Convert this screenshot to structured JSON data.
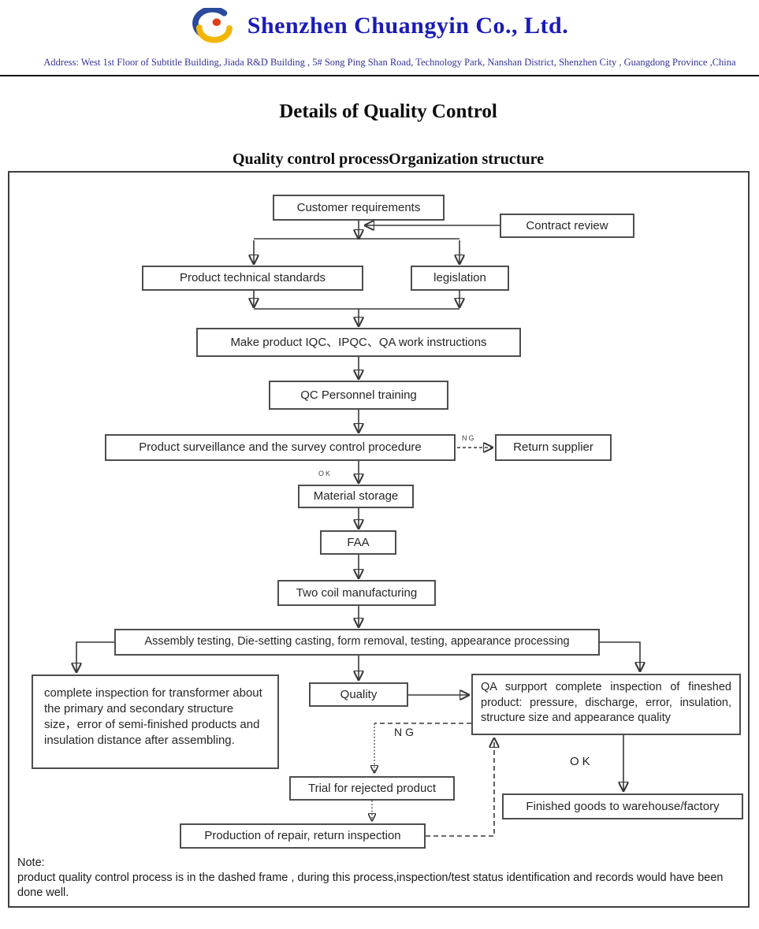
{
  "header": {
    "company_name": "Shenzhen Chuangyin Co., Ltd.",
    "address": "Address: West 1st Floor of Subtitle Building, Jiada R&D Building , 5# Song Ping Shan Road, Technology Park, Nanshan District, Shenzhen City , Guangdong Province ,China"
  },
  "titles": {
    "main": "Details of Quality Control",
    "section": "Quality control processOrganization structure"
  },
  "flowchart": {
    "nodes": {
      "customer_requirements": "Customer requirements",
      "contract_review": "Contract review",
      "product_technical_standards": "Product technical standards",
      "legislation": "legislation",
      "make_product_instructions": "Make product IQC、IPQC、QA work instructions",
      "qc_personnel_training": "QC Personnel training",
      "product_surveillance": "Product surveillance and the survey control procedure",
      "return_supplier": "Return supplier",
      "material_storage": "Material storage",
      "faa": "FAA",
      "two_coil_manufacturing": "Two coil manufacturing",
      "assembly_testing": "Assembly testing, Die-setting casting, form removal, testing, appearance processing",
      "complete_inspection": "complete inspection for transformer about the primary and secondary structure size，error of semi-finished products and insulation distance after assembling.",
      "quality": "Quality",
      "qa_support": "QA surpport complete inspection of fineshed product: pressure, discharge, error, insulation, structure size and appearance quality",
      "trial_rejected": "Trial for rejected product",
      "production_repair": "Production of repair, return inspection",
      "finished_goods": "Finished goods to warehouse/factory"
    },
    "edge_labels": {
      "ng_supplier": "NG",
      "ok_storage": "OK",
      "ng_trial": "NG",
      "ok_finished": "OK"
    }
  },
  "note": {
    "label": "Note:",
    "text": "product quality control process  is in the dashed frame , during this process,inspection/test status identification and records would have been done well."
  },
  "colors": {
    "company_name": "#1b1cb5",
    "address": "#333399",
    "line": "#383838",
    "logo_blue": "#2a4a9c",
    "logo_yellow": "#f2b600",
    "logo_red": "#e04018"
  }
}
